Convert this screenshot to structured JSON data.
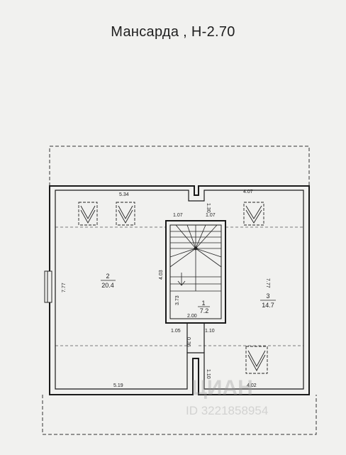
{
  "title": "Мансарда , Н-2.70",
  "rooms": [
    {
      "number": "2",
      "area": "20.4"
    },
    {
      "number": "1",
      "area": "7.2"
    },
    {
      "number": "3",
      "area": "14.7"
    }
  ],
  "dimensions": {
    "top_left_width": "5.34",
    "top_right_width": "4.07",
    "right_top_depth": "1.30",
    "stair_left": "1.07",
    "stair_right": "1.07",
    "left_height": "7.77",
    "right_height": "7.77",
    "stair_height": "4.03",
    "hall_height": "3.73",
    "hall_width": "2.00",
    "bottom_mid_left": "1.05",
    "bottom_mid_right": "1.10",
    "partition_gap": "0.36",
    "right_bottom_depth": "1.10",
    "bottom_left_width": "5.19",
    "bottom_right_width": "4.02"
  },
  "watermark": {
    "brand": "ЦИАН",
    "id": "ID 3221858954"
  }
}
